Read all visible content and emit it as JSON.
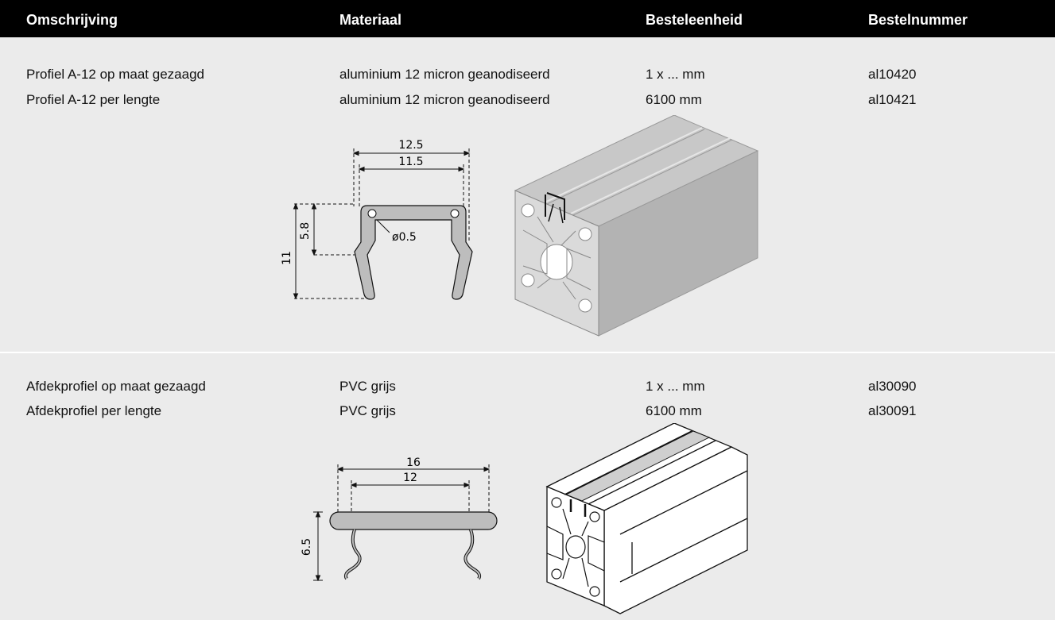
{
  "header": {
    "col_description": "Omschrijving",
    "col_material": "Materiaal",
    "col_unit": "Besteleenheid",
    "col_order_number": "Bestelnummer"
  },
  "sections": [
    {
      "rows": [
        {
          "description": "Profiel A-12 op maat gezaagd",
          "material": "aluminium 12 micron geanodiseerd",
          "unit": "1 x ... mm",
          "order_number": "al10420"
        },
        {
          "description": "Profiel A-12 per lengte",
          "material": "aluminium 12 micron geanodiseerd",
          "unit": "6100 mm",
          "order_number": "al10421"
        }
      ],
      "drawing": {
        "dim_outer_width": "12.5",
        "dim_inner_width": "11.5",
        "dim_height": "11",
        "dim_inner_height": "5.8",
        "dim_hole": "ø0.5"
      }
    },
    {
      "rows": [
        {
          "description": "Afdekprofiel op maat gezaagd",
          "material": "PVC grijs",
          "unit": "1 x ... mm",
          "order_number": "al30090"
        },
        {
          "description": "Afdekprofiel per lengte",
          "material": "PVC grijs",
          "unit": "6100 mm",
          "order_number": "al30091"
        }
      ],
      "drawing": {
        "dim_outer_width": "16",
        "dim_inner_width": "12",
        "dim_height": "6.5"
      }
    }
  ],
  "colors": {
    "header_bg": "#000000",
    "header_text": "#ffffff",
    "section_bg": "#ebebeb",
    "profile_fill": "#bdbdbd",
    "iso_fill": "#d0d0d0"
  }
}
